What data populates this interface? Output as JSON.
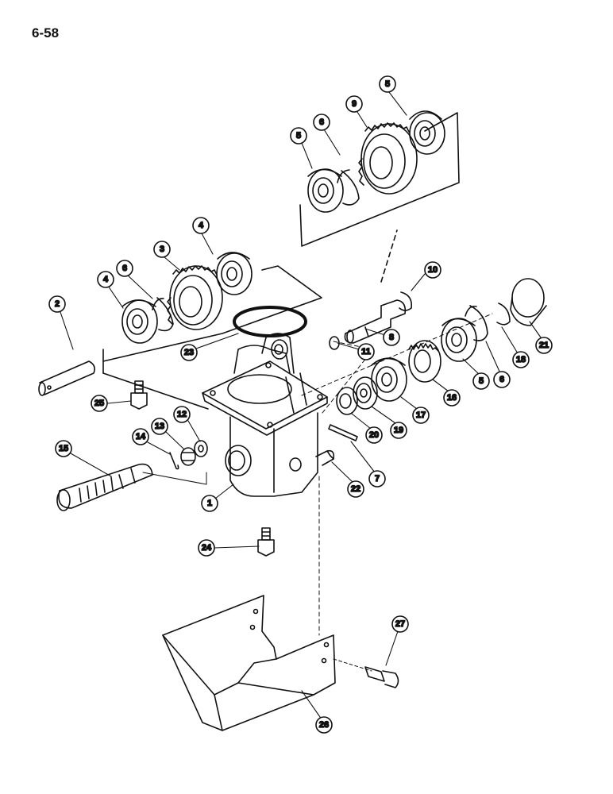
{
  "page": {
    "number": "6-58"
  },
  "callouts": [
    "1",
    "2",
    "3",
    "4",
    "4",
    "5",
    "5",
    "5",
    "6",
    "6",
    "6",
    "7",
    "8",
    "9",
    "10",
    "11",
    "12",
    "13",
    "14",
    "15",
    "16",
    "17",
    "18",
    "19",
    "20",
    "21",
    "22",
    "23",
    "24",
    "25",
    "26",
    "27"
  ]
}
